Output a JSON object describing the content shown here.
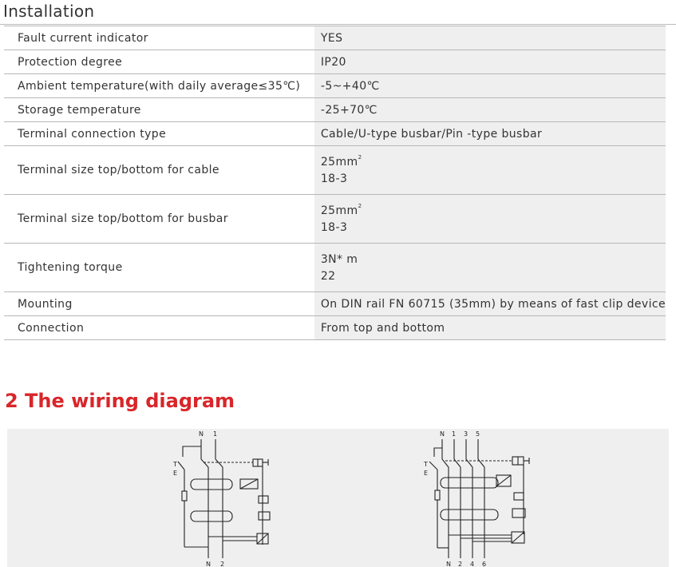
{
  "installation": {
    "title": "Installation",
    "rows": [
      {
        "label": "Fault current indicator",
        "value": "YES"
      },
      {
        "label": "Protection degree",
        "value": "IP20"
      },
      {
        "label": "Ambient temperature(with daily average≤35℃)",
        "value": "-5~+40℃"
      },
      {
        "label": "Storage temperature",
        "value": "-25+70℃"
      },
      {
        "label": "Terminal connection type",
        "value": "Cable/U-type busbar/Pin -type busbar"
      },
      {
        "label": "Terminal size top/bottom for cable",
        "value": "25mm",
        "value_sup": "2",
        "value_line2": "18-3"
      },
      {
        "label": "Terminal size top/bottom for busbar",
        "value": "25mm",
        "value_sup": "2",
        "value_line2": "18-3"
      },
      {
        "label": "Tightening torque",
        "value": "3N* m",
        "value_line2": "22"
      },
      {
        "label": "Mounting",
        "value": "On DIN rail FN 60715 (35mm) by means of fast clip device"
      },
      {
        "label": "Connection",
        "value": "From  top and bottom"
      }
    ]
  },
  "wiring": {
    "title": "2 The wiring diagram",
    "diagram_2p": {
      "top_labels": [
        "N",
        "1"
      ],
      "bottom_labels": [
        "N",
        "2"
      ],
      "test_labels": [
        "T",
        "E"
      ]
    },
    "diagram_4p": {
      "top_labels": [
        "N",
        "1",
        "3",
        "5"
      ],
      "bottom_labels": [
        "N",
        "2",
        "4",
        "6"
      ],
      "test_labels": [
        "T",
        "E"
      ]
    }
  }
}
